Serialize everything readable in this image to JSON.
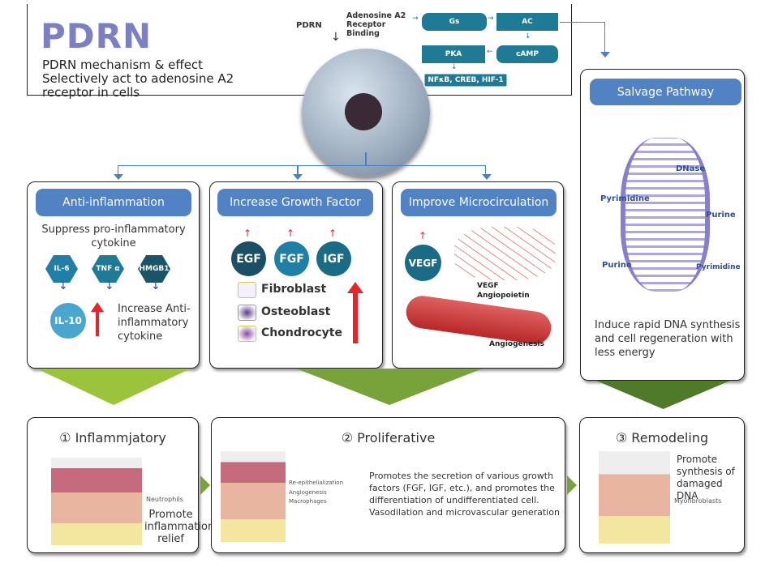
{
  "logo": "PDRN",
  "header": {
    "title": "PDRN mechanism & effect",
    "subtitle": "Selectively act to adenosine A2 receptor in cells"
  },
  "pathway": {
    "pdrn_label": "PDRN",
    "binding": "Adenosine A2 Receptor Binding",
    "nodes": [
      "Gs",
      "AC",
      "cAMP",
      "PKA"
    ],
    "output": "NFκB, CREB, HIF-1"
  },
  "panels": [
    {
      "title": "Anti-inflammation",
      "subtitle": "Suppress pro-inflammatory cytokine",
      "cytokines": [
        "IL-6",
        "TNF α",
        "HMGB1"
      ],
      "result": "IL-10",
      "result_text": "Increase Anti-inflammatory cytokine"
    },
    {
      "title": "Increase Growth Factor",
      "factors": [
        "EGF",
        "FGF",
        "IGF"
      ],
      "cells": [
        "Fibroblast",
        "Osteoblast",
        "Chondrocyte"
      ]
    },
    {
      "title": "Improve Microcirculation",
      "factor": "VEGF",
      "labels": [
        "VEGF",
        "Angiopoietin",
        "Angiogenesis"
      ]
    }
  ],
  "salvage": {
    "title": "Salvage Pathway",
    "labels": [
      "DNase",
      "Pyrimidine",
      "Purine",
      "Purine",
      "Pyrimidine"
    ],
    "text": "Induce rapid DNA synthesis and cell regeneration with less energy"
  },
  "stages": [
    {
      "title": "① Inflammjatory",
      "labels": [
        "Neutrophils"
      ],
      "text": "Promote inflammation relief"
    },
    {
      "title": "② Proliferative",
      "labels": [
        "Re-epithelialization",
        "Angiogenesis",
        "Macrophages"
      ],
      "text": "Promotes the secretion of various growth factors (FGF, IGF, etc.), and promotes the differentiation of undifferentiated cell. Vasodilation and microvascular generation"
    },
    {
      "title": "③ Remodeling",
      "labels": [
        "Myofibroblasts"
      ],
      "text": "Promote synthesis of damaged DNA"
    }
  ],
  "colors": {
    "header_blue": "#5183c4",
    "teal": "#1f7a96",
    "green_light": "#9bc43c",
    "green_mid": "#78a33a",
    "green_dark": "#4f7a2a",
    "red": "#e8242a"
  }
}
